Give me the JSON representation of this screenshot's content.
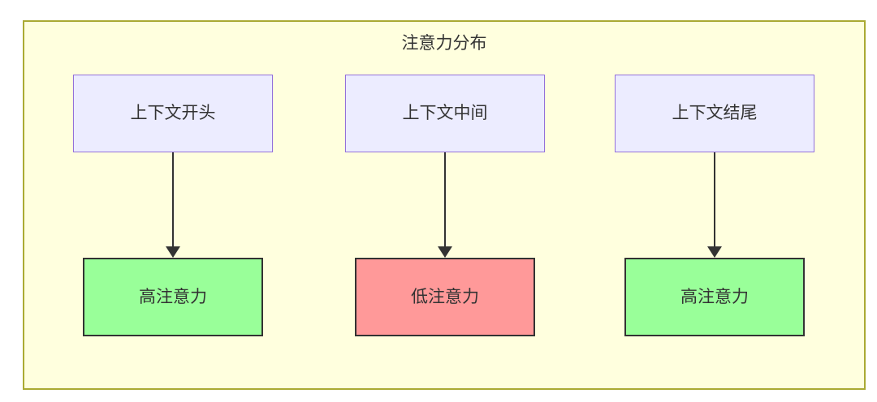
{
  "diagram": {
    "title": "注意力分布",
    "columns": [
      {
        "source": "上下文开头",
        "target": "高注意力",
        "target_type": "high"
      },
      {
        "source": "上下文中间",
        "target": "低注意力",
        "target_type": "low"
      },
      {
        "source": "上下文结尾",
        "target": "高注意力",
        "target_type": "high"
      }
    ],
    "colors": {
      "container_fill": "#FFFFDE",
      "container_border": "#AAAA33",
      "source_fill": "#ECECFF",
      "source_border": "#9370DB",
      "high_fill": "#99FF99",
      "low_fill": "#FF9999",
      "target_border": "#333333",
      "arrow": "#333333",
      "text": "#333333"
    }
  }
}
